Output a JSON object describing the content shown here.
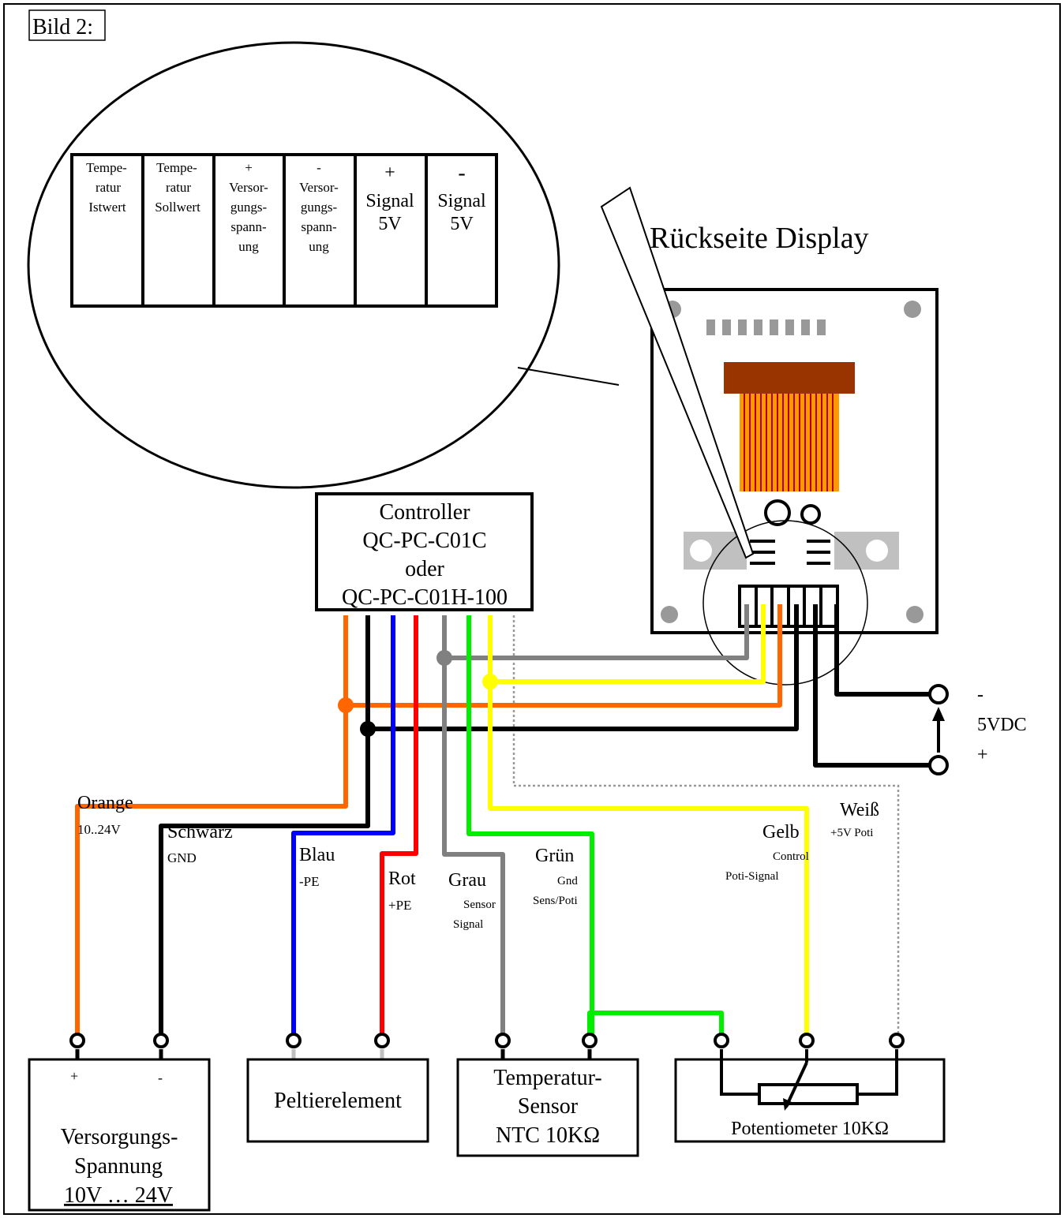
{
  "figure_label": "Bild 2:",
  "display_title": "Rückseite Display",
  "terminal_block": {
    "columns": [
      [
        "Tempe-",
        "ratur",
        "Istwert"
      ],
      [
        "Tempe-",
        "ratur",
        "Sollwert"
      ],
      [
        "+",
        "Versor-",
        "gungs-",
        "spann-",
        "ung"
      ],
      [
        "-",
        "Versor-",
        "gungs-",
        "spann-",
        "ung"
      ],
      [
        "+",
        "Signal",
        "5V"
      ],
      [
        "-",
        "Signal",
        "5V"
      ]
    ]
  },
  "controller": {
    "line1": "Controller",
    "line2": "QC-PC-C01C",
    "line3": "oder",
    "line4": "QC-PC-C01H-100"
  },
  "power_5v": {
    "minus": "-",
    "label": "5VDC",
    "plus": "+"
  },
  "wires": {
    "orange": {
      "name": "Orange",
      "sub": "10..24V",
      "color": "#ff6600"
    },
    "black": {
      "name": "Schwarz",
      "sub": "GND",
      "color": "#000000"
    },
    "blue": {
      "name": "Blau",
      "sub": "-PE",
      "color": "#0000ff"
    },
    "red": {
      "name": "Rot",
      "sub": "+PE",
      "color": "#ff0000"
    },
    "gray": {
      "name": "Grau",
      "sub1": "Sensor",
      "sub2": "Signal",
      "color": "#808080"
    },
    "green": {
      "name": "Grün",
      "sub1": "Gnd",
      "sub2": "Sens/Poti",
      "color": "#00ee00"
    },
    "yellow": {
      "name": "Gelb",
      "sub1": "Control",
      "sub2": "Poti-Signal",
      "color": "#ffff00"
    },
    "white": {
      "name": "Weiß",
      "sub": "+5V Poti",
      "color": "#999999"
    }
  },
  "components": {
    "supply": {
      "plus": "+",
      "minus": "-",
      "line1": "Versorgungs-",
      "line2": "Spannung",
      "line3": "10V … 24V"
    },
    "peltier": {
      "label": "Peltierelement"
    },
    "sensor": {
      "line1": "Temperatur-",
      "line2": "Sensor",
      "line3": "NTC 10KΩ"
    },
    "poti": {
      "label": "Potentiometer 10KΩ"
    }
  }
}
